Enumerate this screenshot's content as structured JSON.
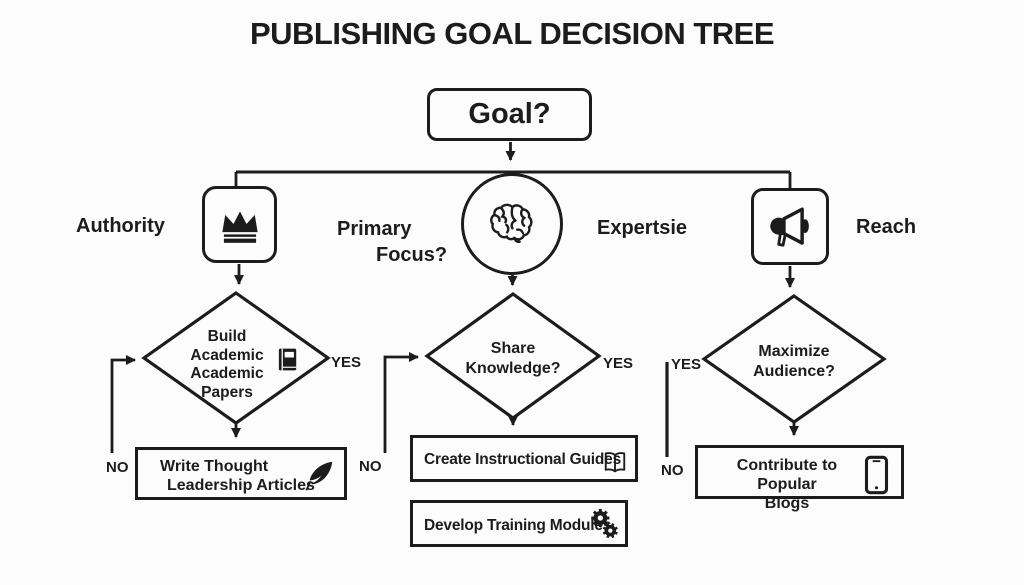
{
  "title": "PUBLISHING GOAL DECISION TREE",
  "root_node": {
    "label": "Goal?"
  },
  "branches": {
    "authority": {
      "label": "Authority",
      "icon": "crown-icon"
    },
    "primary_focus": {
      "label_lines": [
        "Primary",
        "Focus?"
      ],
      "icon": "brain-icon"
    },
    "expertise": {
      "label": "Expertsie"
    },
    "reach": {
      "label": "Reach",
      "icon": "megaphone-icon"
    }
  },
  "decisions": {
    "build_academic": {
      "lines": [
        "Build",
        "Academic",
        "Academic",
        "Papers"
      ],
      "icon": "book-icon",
      "yes_label": "YES",
      "no_label": "NO"
    },
    "share_knowledge": {
      "lines": [
        "Share",
        "Knowledge?"
      ],
      "yes_label": "YES",
      "no_label": "NO"
    },
    "maximize_audience": {
      "lines": [
        "Maximize",
        "Audience?"
      ],
      "yes_label": "YES",
      "no_label": "NO"
    }
  },
  "outcomes": {
    "thought_leadership": {
      "lines": [
        "Write Thought",
        "Leadership Articles"
      ],
      "icon": "feather-icon"
    },
    "instructional_guides": {
      "label": "Create Instructional Guides",
      "icon": "open-book-icon"
    },
    "training_modules": {
      "label": "Develop Training Modules",
      "icon": "gears-icon"
    },
    "popular_blogs": {
      "lines": [
        "Contribute to Popular",
        "Blogs"
      ],
      "icon": "smartphone-icon"
    }
  },
  "colors": {
    "ink": "#1c1c1c",
    "background": "#fcfcfc"
  }
}
